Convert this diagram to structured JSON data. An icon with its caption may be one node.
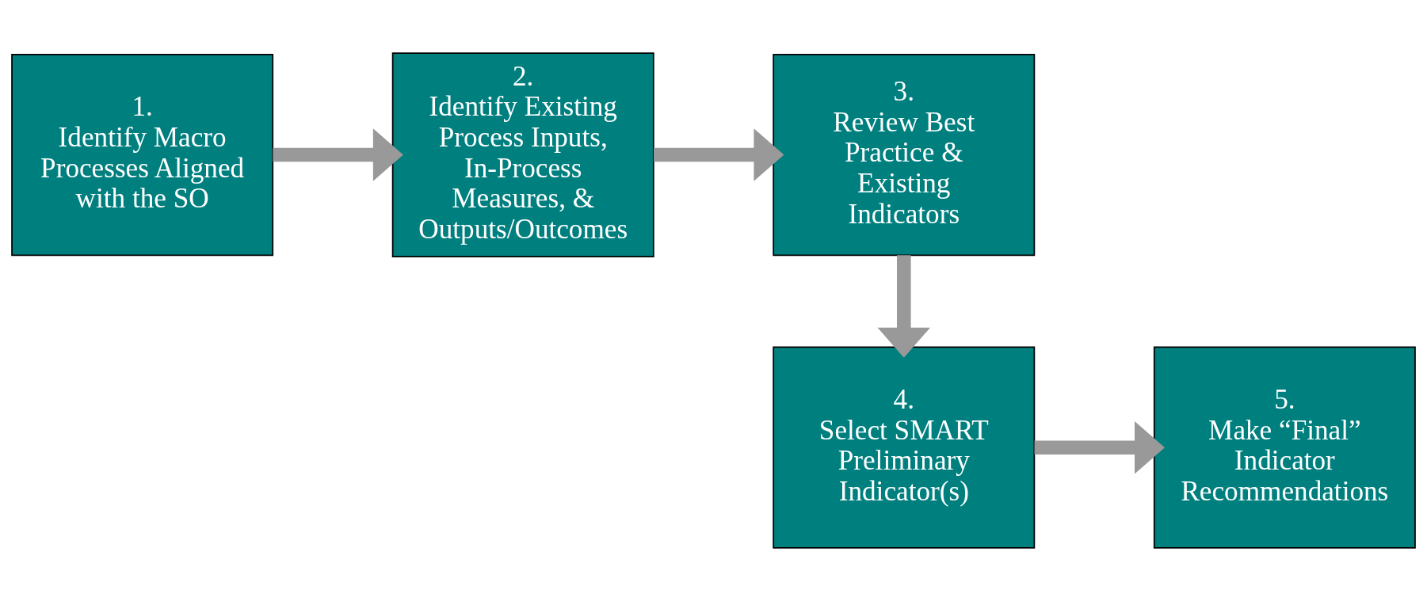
{
  "diagram": {
    "nodes": [
      {
        "text": [
          "1.",
          "Identify Macro Processes Aligned with the SO"
        ]
      },
      {
        "text": [
          "2.",
          "Identify Existing Process Inputs, In-Process Measures, & Outputs/Outcomes"
        ]
      },
      {
        "text": [
          "3.",
          "Review Best Practice & Existing Indicators"
        ]
      },
      {
        "text": [
          "4.",
          "Select SMART Preliminary Indicator(s)"
        ]
      },
      {
        "text": [
          "5.",
          "Make “Final” Indicator Recommendations"
        ]
      }
    ],
    "edges": [
      {
        "from": 0,
        "to": 1,
        "arrow": "to"
      },
      {
        "from": 1,
        "to": 2,
        "arrow": "to"
      },
      {
        "from": 2,
        "to": 3,
        "arrow": "to"
      },
      {
        "from": 3,
        "to": 4,
        "arrow": "to"
      }
    ]
  }
}
